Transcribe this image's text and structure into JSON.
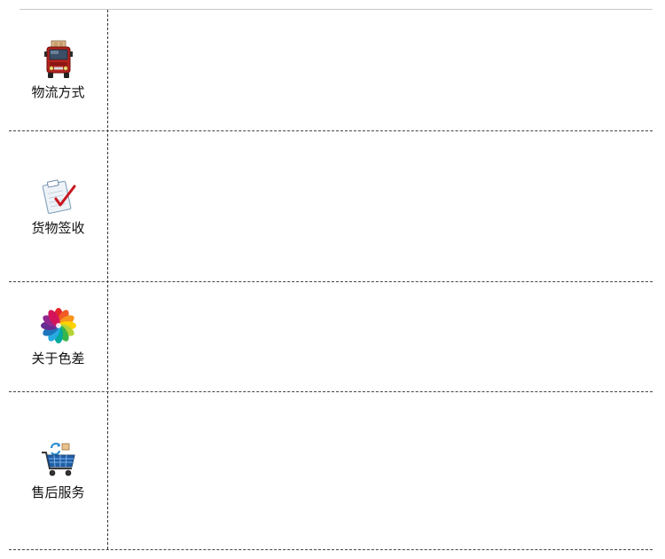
{
  "rows": [
    {
      "label": "物流方式",
      "icon": "truck-icon"
    },
    {
      "label": "货物签收",
      "icon": "clipboard-check-icon"
    },
    {
      "label": "关于色差",
      "icon": "color-wheel-icon"
    },
    {
      "label": "售后服务",
      "icon": "shopping-cart-icon"
    }
  ]
}
